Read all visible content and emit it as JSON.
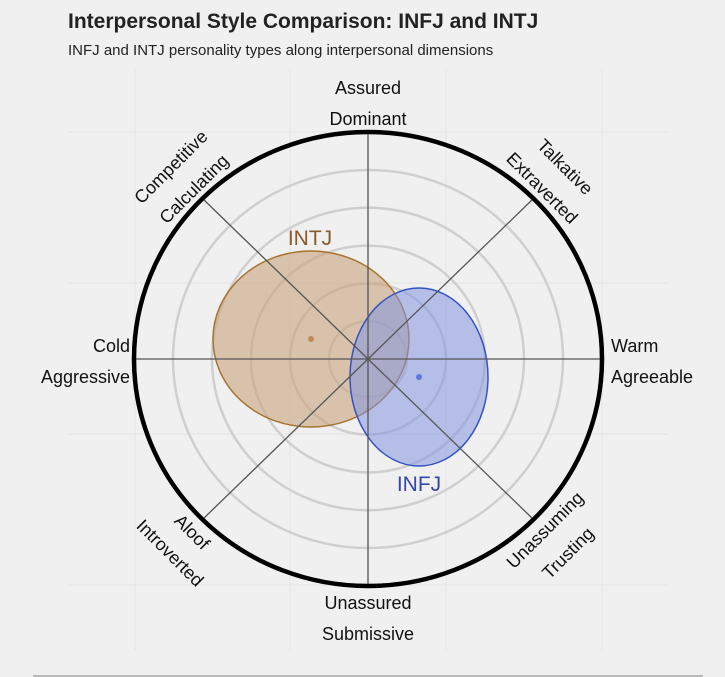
{
  "header": {
    "title": "Interpersonal Style Comparison: INFJ and INTJ",
    "subtitle": "INFJ and INTJ personality types along interpersonal dimensions"
  },
  "axes_labels": {
    "top": [
      "Assured",
      "Dominant"
    ],
    "bottom": [
      "Unassured",
      "Submissive"
    ],
    "left": [
      "Cold",
      "Aggressive"
    ],
    "right": [
      "Warm",
      "Agreeable"
    ],
    "top_left": [
      "Competitive",
      "Calculating"
    ],
    "top_right": [
      "Talkative",
      "Extraverted"
    ],
    "bottom_left": [
      "Aloof",
      "Introverted"
    ],
    "bottom_right": [
      "Unassuming",
      "Trusting"
    ]
  },
  "colors": {
    "background": "#f0f0f0",
    "intj_fill": "#c8a47e",
    "intj_stroke": "#a8732e",
    "intj_label": "#8b5a2b",
    "infj_fill": "#8496e0",
    "infj_stroke": "#3553c0",
    "infj_label": "#3548a8",
    "rings": "#cfcfcf",
    "axes": "#555555",
    "outer_ring": "#000000"
  },
  "chart_data": {
    "type": "scatter",
    "subtype": "interpersonal-circumplex",
    "title": "Interpersonal Style Comparison: INFJ and INTJ",
    "subtitle": "INFJ and INTJ personality types along interpersonal dimensions",
    "xlabel": "Cold / Aggressive  ←→  Warm / Agreeable",
    "ylabel": "Unassured / Submissive  ←→  Assured / Dominant",
    "xlim": [
      -7.7,
      7.7
    ],
    "ylim": [
      -7.6,
      7.6
    ],
    "rings": [
      1,
      2,
      3,
      4,
      5
    ],
    "outer_ring": 6,
    "grid": true,
    "series": [
      {
        "name": "INTJ",
        "center": {
          "x": -1.5,
          "y": 0.5
        },
        "spread": {
          "x": 2.5,
          "y": 2.3
        },
        "color": "#c8a47e"
      },
      {
        "name": "INFJ",
        "center": {
          "x": 1.3,
          "y": -0.5
        },
        "spread": {
          "x": 1.8,
          "y": 2.35
        },
        "color": "#8496e0"
      }
    ]
  }
}
